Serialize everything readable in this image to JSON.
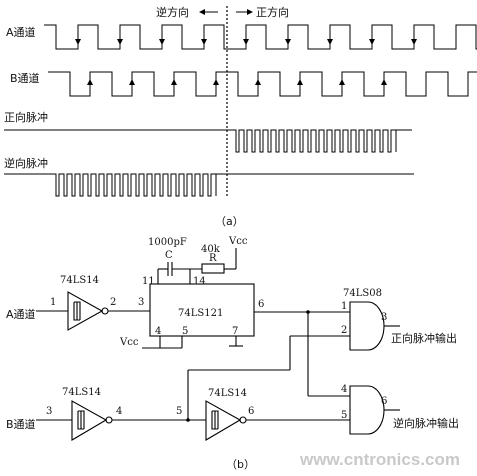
{
  "timing": {
    "caption": "（a）",
    "direction_reverse": "逆方向",
    "direction_forward": "正方向",
    "signal_a": "A通道",
    "signal_b": "B通道",
    "signal_forward_pulse": "正向脉冲",
    "signal_reverse_pulse": "逆向脉冲"
  },
  "circuit": {
    "caption": "（b）",
    "inverter_top": {
      "part": "74LS14",
      "pin_in": "1",
      "pin_out": "2"
    },
    "inverter_bottom_left": {
      "part": "74LS14",
      "pin_in": "3",
      "pin_out": "4"
    },
    "inverter_bottom_right": {
      "part": "74LS14",
      "pin_in": "5",
      "pin_out": "6"
    },
    "monostable": {
      "part": "74LS121",
      "pin_11": "11",
      "pin_14": "14",
      "pin_3": "3",
      "pin_6": "6",
      "pin_4": "4",
      "pin_5": "5",
      "pin_7": "7"
    },
    "capacitor": {
      "ref": "C",
      "value": "1000pF"
    },
    "resistor": {
      "ref": "R",
      "value": "40k"
    },
    "vcc_top": "Vcc",
    "vcc_left": "Vcc",
    "and_gate_top": {
      "part": "74LS08",
      "pin_in1": "1",
      "pin_in2": "2",
      "pin_out": "3"
    },
    "and_gate_bottom": {
      "pin_in1": "4",
      "pin_in2": "5",
      "pin_out": "6"
    },
    "input_a": "A通道",
    "input_b": "B通道",
    "output_forward": "正向脉冲输出",
    "output_reverse": "逆向脉冲输出"
  },
  "watermark": "www.cntronics.com"
}
